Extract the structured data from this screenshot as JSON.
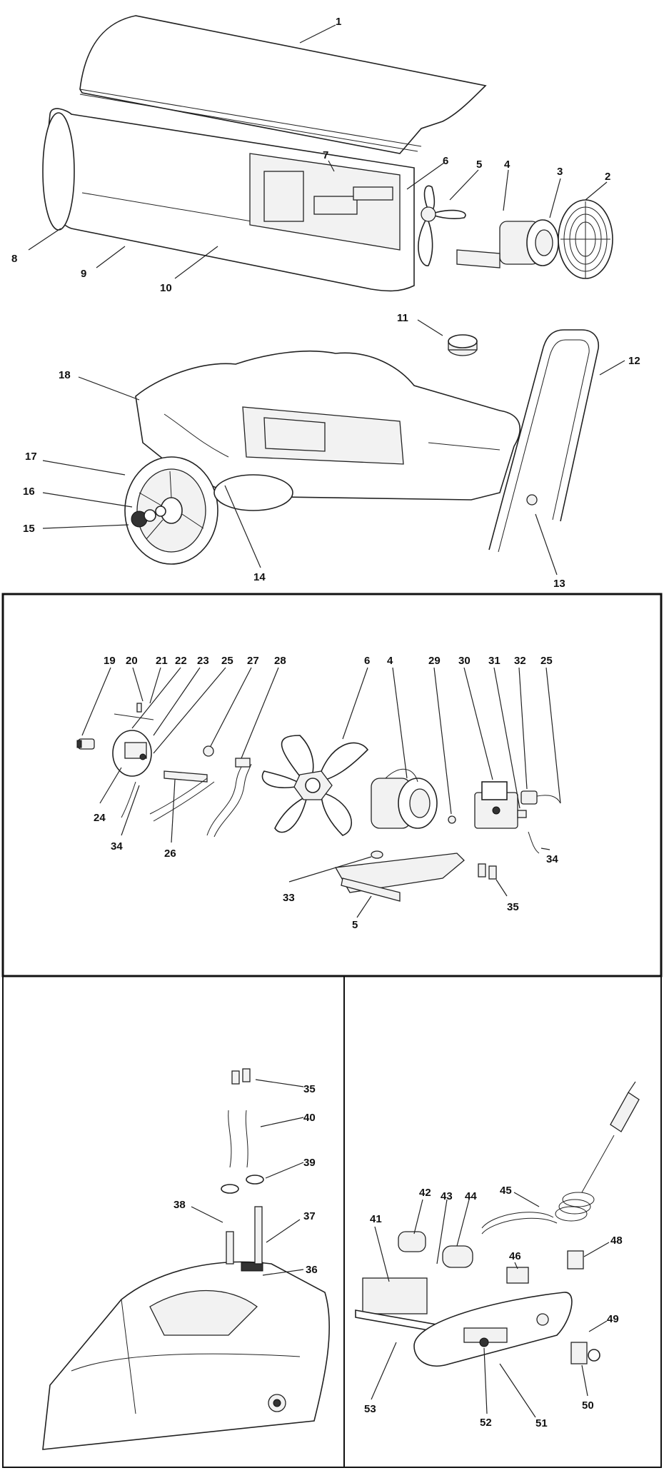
{
  "diagram": {
    "callouts": [
      {
        "id": "c1",
        "label": "1"
      },
      {
        "id": "c2",
        "label": "2"
      },
      {
        "id": "c3",
        "label": "3"
      },
      {
        "id": "c4",
        "label": "4"
      },
      {
        "id": "c5",
        "label": "5"
      },
      {
        "id": "c6",
        "label": "6"
      },
      {
        "id": "c7",
        "label": "7"
      },
      {
        "id": "c8",
        "label": "8"
      },
      {
        "id": "c9",
        "label": "9"
      },
      {
        "id": "c10",
        "label": "10"
      },
      {
        "id": "c11",
        "label": "11"
      },
      {
        "id": "c12",
        "label": "12"
      },
      {
        "id": "c13",
        "label": "13"
      },
      {
        "id": "c14",
        "label": "14"
      },
      {
        "id": "c15",
        "label": "15"
      },
      {
        "id": "c16",
        "label": "16"
      },
      {
        "id": "c17",
        "label": "17"
      },
      {
        "id": "c18",
        "label": "18"
      },
      {
        "id": "c19",
        "label": "19"
      },
      {
        "id": "c20",
        "label": "20"
      },
      {
        "id": "c21",
        "label": "21"
      },
      {
        "id": "c22",
        "label": "22"
      },
      {
        "id": "c23",
        "label": "23"
      },
      {
        "id": "c25a",
        "label": "25"
      },
      {
        "id": "c27",
        "label": "27"
      },
      {
        "id": "c28",
        "label": "28"
      },
      {
        "id": "c6b",
        "label": "6"
      },
      {
        "id": "c4b",
        "label": "4"
      },
      {
        "id": "c29",
        "label": "29"
      },
      {
        "id": "c30",
        "label": "30"
      },
      {
        "id": "c31",
        "label": "31"
      },
      {
        "id": "c32",
        "label": "32"
      },
      {
        "id": "c25b",
        "label": "25"
      },
      {
        "id": "c24",
        "label": "24"
      },
      {
        "id": "c34a",
        "label": "34"
      },
      {
        "id": "c26",
        "label": "26"
      },
      {
        "id": "c33",
        "label": "33"
      },
      {
        "id": "c5b",
        "label": "5"
      },
      {
        "id": "c35a",
        "label": "35"
      },
      {
        "id": "c34b",
        "label": "34"
      },
      {
        "id": "c35b",
        "label": "35"
      },
      {
        "id": "c40",
        "label": "40"
      },
      {
        "id": "c39",
        "label": "39"
      },
      {
        "id": "c38",
        "label": "38"
      },
      {
        "id": "c37",
        "label": "37"
      },
      {
        "id": "c36",
        "label": "36"
      },
      {
        "id": "c45",
        "label": "45"
      },
      {
        "id": "c42",
        "label": "42"
      },
      {
        "id": "c43",
        "label": "43"
      },
      {
        "id": "c44",
        "label": "44"
      },
      {
        "id": "c41",
        "label": "41"
      },
      {
        "id": "c46",
        "label": "46"
      },
      {
        "id": "c48",
        "label": "48"
      },
      {
        "id": "c49",
        "label": "49"
      },
      {
        "id": "c53",
        "label": "53"
      },
      {
        "id": "c52",
        "label": "52"
      },
      {
        "id": "c51",
        "label": "51"
      },
      {
        "id": "c50",
        "label": "50"
      }
    ]
  }
}
